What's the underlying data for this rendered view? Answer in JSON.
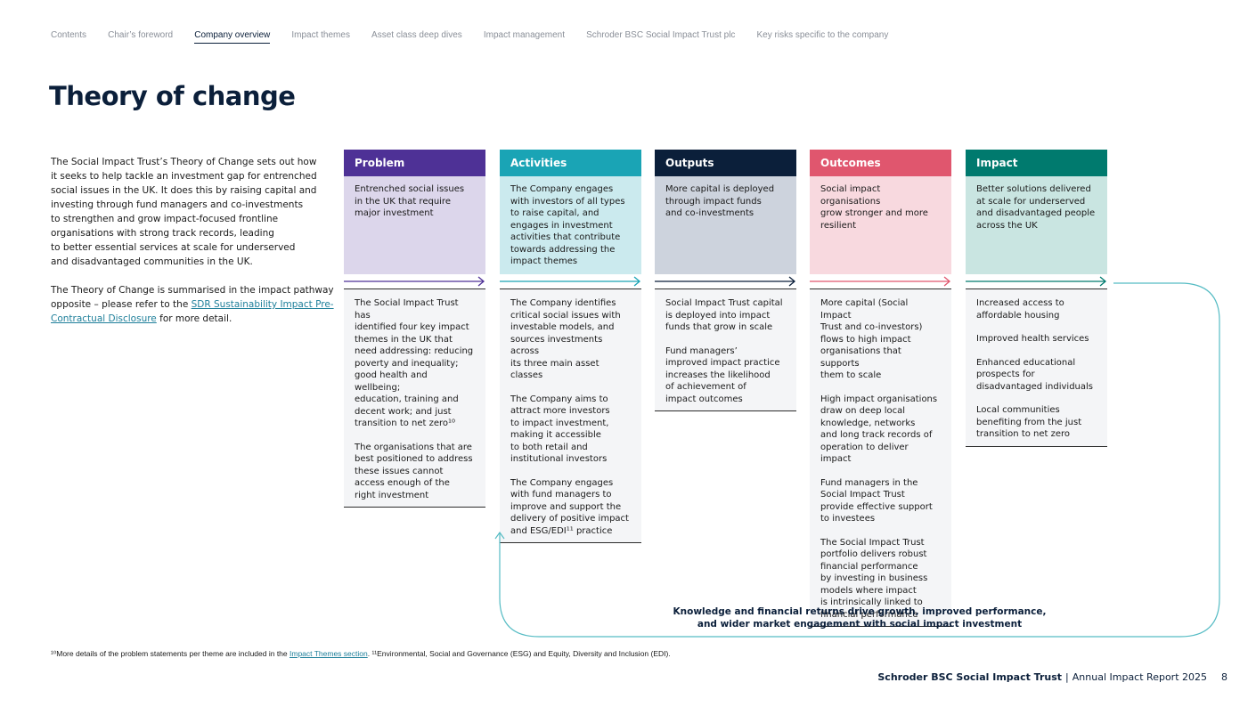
{
  "nav": {
    "items": [
      "Contents",
      "Chair’s foreword",
      "Company overview",
      "Impact themes",
      "Asset class deep dives",
      "Impact management",
      "Schroder BSC Social Impact Trust plc",
      "Key risks specific to the company"
    ],
    "active_index": 2
  },
  "title": "Theory of change",
  "intro": {
    "p1": "The Social Impact Trust’s Theory of Change sets out how\nit seeks to help tackle an investment gap for entrenched\nsocial issues in the UK. It does this by raising capital and\ninvesting through fund managers and co-investments\nto strengthen and grow impact-focused frontline\norganisations with strong track records, leading\nto better essential services at scale for underserved\nand disadvantaged communities in the UK.",
    "p2_before": "The Theory of Change is summarised in the impact pathway opposite – please refer to the ",
    "p2_link": "SDR Sustainability Impact Pre-Contractual Disclosure",
    "p2_after": " for more detail."
  },
  "columns": [
    {
      "header": "Problem",
      "top_text": "Entrenched social issues\nin the UK that require\nmajor investment",
      "items": [
        "The Social Impact Trust has\nidentified four key impact\nthemes in the UK that\nneed addressing: reducing\npoverty and inequality;\ngood health and wellbeing;\neducation, training and\ndecent work; and just\ntransition to net zero¹⁰",
        "The organisations that are\nbest positioned to address\nthese issues cannot\naccess enough of the\nright investment"
      ]
    },
    {
      "header": "Activities",
      "top_text": "The Company engages\nwith investors of all types\nto raise capital, and\nengages in investment\nactivities that contribute\ntowards addressing the\nimpact themes",
      "items": [
        "The Company identifies\ncritical social issues with\ninvestable models, and\nsources investments across\nits three main asset classes",
        "The Company aims to\nattract more investors\nto impact investment,\nmaking it accessible\nto both retail and\ninstitutional investors",
        "The Company engages\nwith fund managers to\nimprove and support the\ndelivery of positive impact\nand ESG/EDI¹¹ practice"
      ]
    },
    {
      "header": "Outputs",
      "top_text": "More capital is deployed\nthrough impact funds\nand co-investments",
      "items": [
        "Social Impact Trust capital\nis deployed into impact\nfunds that grow in scale",
        "Fund managers’\nimproved impact practice\nincreases the likelihood\nof achievement of\nimpact outcomes"
      ]
    },
    {
      "header": "Outcomes",
      "top_text": "Social impact organisations\ngrow stronger and more\nresilient",
      "items": [
        "More capital (Social Impact\nTrust and co-investors)\nflows to high impact\norganisations that supports\nthem to scale",
        "High impact organisations\ndraw on deep local\nknowledge, networks\nand long track records of\noperation to deliver impact",
        "Fund managers in the\nSocial Impact Trust\nprovide effective support\nto investees",
        "The Social Impact Trust\nportfolio delivers robust\nfinancial performance\nby investing in business\nmodels where impact\nis intrinsically linked to\nfinancial performance"
      ]
    },
    {
      "header": "Impact",
      "top_text": "Better solutions delivered\nat scale for underserved\nand disadvantaged people\nacross the UK",
      "items": [
        "Increased access to\naffordable housing",
        "Improved health services",
        "Enhanced educational\nprospects for\ndisadvantaged individuals",
        "Local communities\nbenefiting from the just\ntransition to net zero"
      ]
    }
  ],
  "colors": {
    "problem": "#4e3196",
    "problem_light": "#dcd6eb",
    "activities": "#1aa4b5",
    "activities_light": "#cbeaee",
    "outputs": "#0b1f3a",
    "outputs_light": "#cdd3dd",
    "outcomes": "#e0566e",
    "outcomes_light": "#f8d9df",
    "impact": "#007a6e",
    "impact_light": "#c9e5e1",
    "loop": "#56bcc4"
  },
  "loop_caption": "Knowledge and financial returns drive growth, improved performance,\nand wider market engagement with social impact investment",
  "footnote": {
    "before": "¹⁰More details of the problem statements per theme are included in the ",
    "link": "Impact Themes section",
    "after": ". ¹¹Environmental, Social and Governance (ESG) and Equity, Diversity and Inclusion (EDI)."
  },
  "footer": {
    "org": "Schroder BSC Social Impact Trust",
    "separator": "|",
    "report": "Annual Impact Report 2025",
    "page": "8"
  }
}
